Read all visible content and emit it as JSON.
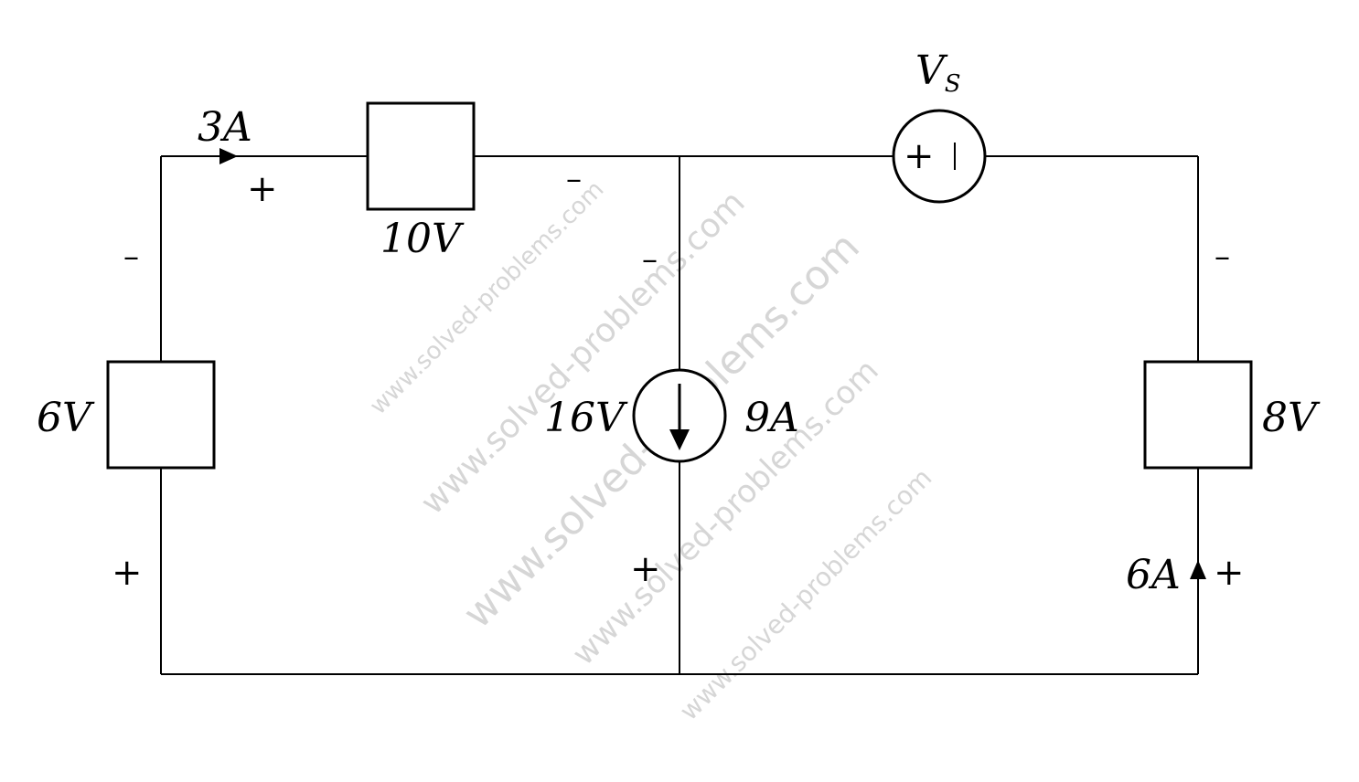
{
  "diagram": {
    "watermark": "www.solved-problems.com",
    "labels": {
      "current_top": "3A",
      "element_top": "10V",
      "element_left": "6V",
      "element_middle": "16V",
      "current_source": "9A",
      "element_right": "8V",
      "current_right": "6A",
      "voltage_source": "V",
      "voltage_source_sub": "S"
    },
    "signs": {
      "plus": "+",
      "minus": "–"
    }
  }
}
